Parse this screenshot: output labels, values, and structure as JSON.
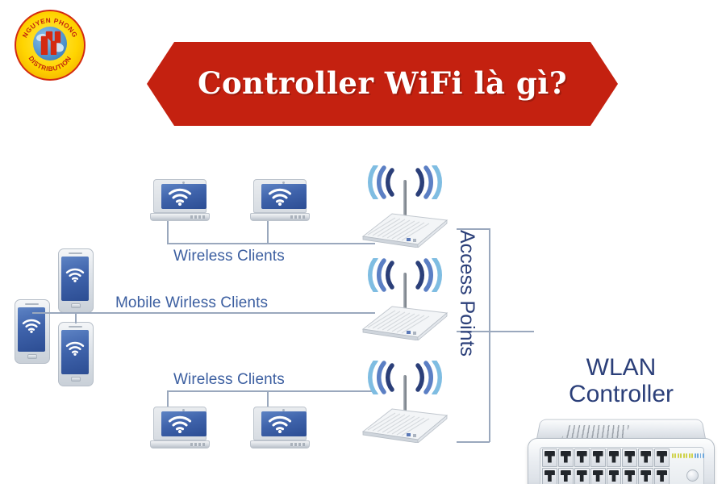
{
  "logo": {
    "text_top": "NGUYEN PHONG",
    "text_bottom": "DISTRIBUTION",
    "monogram": "NP",
    "ring_color": "#ffd400",
    "mark_color": "#c0200d"
  },
  "banner": {
    "title": "Controller WiFi là gì?",
    "background_color": "#c42110",
    "text_color": "#ffffff"
  },
  "diagram": {
    "label_color": "#3b5ea0",
    "line_color": "#9aa8bd",
    "labels": {
      "wireless_clients_top": "Wireless Clients",
      "mobile_wireless_clients": "Mobile Wirless Clients",
      "wireless_clients_bottom": "Wireless Clients",
      "access_points": "Access Points",
      "wlan_controller_line1": "WLAN",
      "wlan_controller_line2": "Controller"
    },
    "devices": {
      "laptops": [
        {
          "group": "top",
          "icon": "wifi-icon"
        },
        {
          "group": "top",
          "icon": "wifi-icon"
        },
        {
          "group": "bottom",
          "icon": "wifi-icon"
        },
        {
          "group": "bottom",
          "icon": "wifi-icon"
        }
      ],
      "phones": [
        {
          "position": "left",
          "icon": "wifi-icon"
        },
        {
          "position": "upper-right",
          "icon": "wifi-icon"
        },
        {
          "position": "lower-right",
          "icon": "wifi-icon"
        }
      ],
      "access_points": [
        {
          "index": 1,
          "icon": "access-point-icon"
        },
        {
          "index": 2,
          "icon": "access-point-icon"
        },
        {
          "index": 3,
          "icon": "access-point-icon"
        }
      ],
      "controller": {
        "icon": "network-switch-icon",
        "port_count": 16,
        "port_rows": 2,
        "port_columns": 8,
        "led_colors": [
          "#cfd24a",
          "#cfd24a",
          "#cfd24a",
          "#cfd24a",
          "#cfd24a",
          "#cfd24a",
          "#cfd24a",
          "#cfd24a",
          "#6fa8dc",
          "#6fa8dc",
          "#6fa8dc",
          "#6fa8dc"
        ]
      }
    },
    "wave_colors": {
      "inner": "#2b3f79",
      "middle": "#5b7fc4",
      "outer": "#7fbde2"
    }
  }
}
